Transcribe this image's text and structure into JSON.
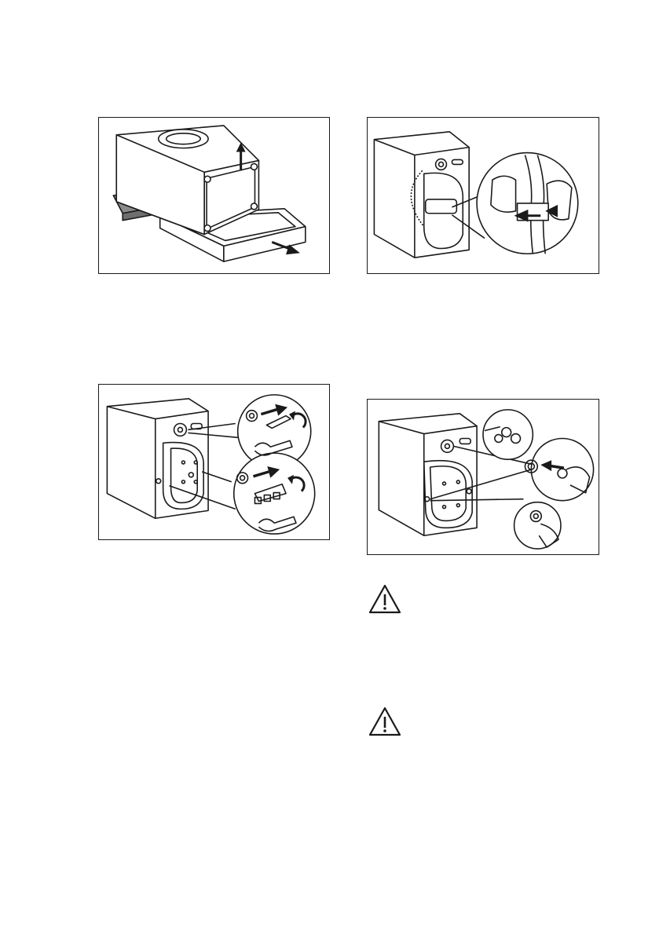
{
  "figures": [
    {
      "id": "fig-1",
      "icon": "package-base-removal-illustration"
    },
    {
      "id": "fig-2",
      "icon": "hose-clip-removal-illustration"
    },
    {
      "id": "fig-3",
      "icon": "transit-bolt-removal-illustration"
    },
    {
      "id": "fig-4",
      "icon": "hole-cap-insertion-illustration"
    }
  ],
  "warnings": [
    {
      "icon": "warning-triangle-icon"
    },
    {
      "icon": "warning-triangle-icon"
    }
  ],
  "colors": {
    "line": "#1a1a1a",
    "accent": "#8a8a8a",
    "fill": "#ffffff"
  }
}
